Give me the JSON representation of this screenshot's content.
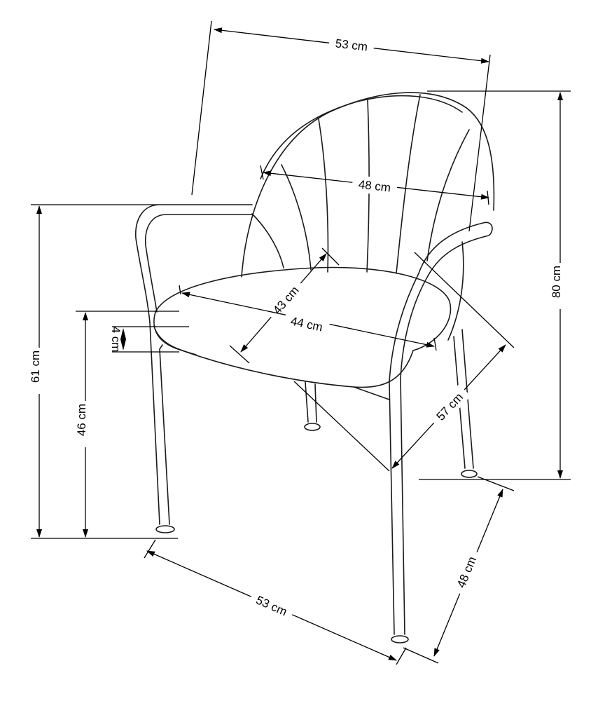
{
  "dimensions": {
    "top_width": "53 cm",
    "backrest_width": "48 cm",
    "total_height": "80 cm",
    "armrest_height": "61 cm",
    "seat_height": "46 cm",
    "seat_thickness": "4 cm",
    "seat_depth": "43 cm",
    "seat_width": "44 cm",
    "diagonal_depth": "57 cm",
    "base_width": "53 cm",
    "base_depth": "48 cm"
  }
}
